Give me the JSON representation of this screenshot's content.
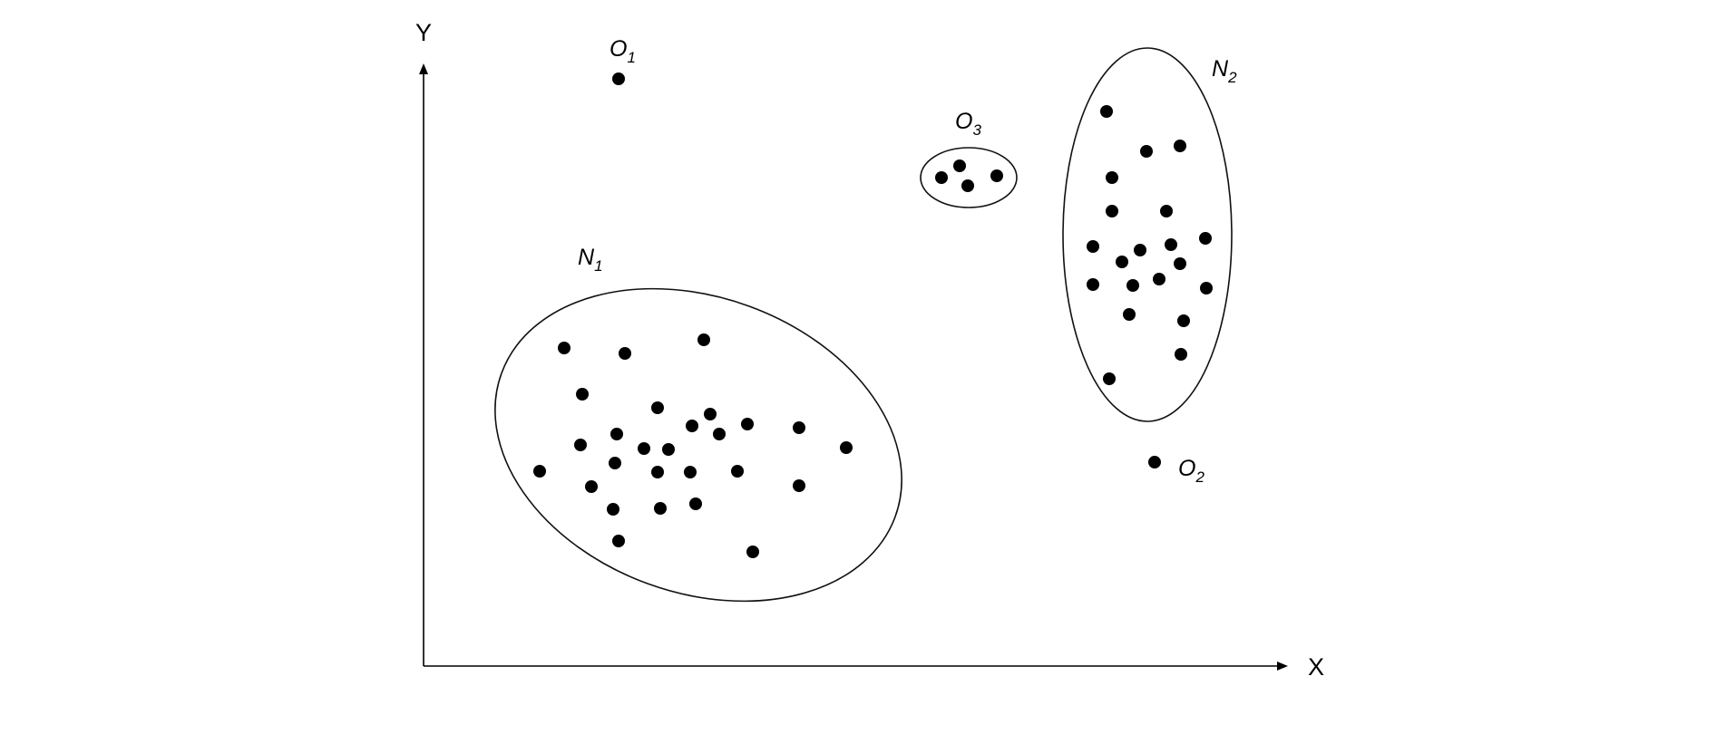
{
  "axes": {
    "x_label": "X",
    "y_label": "Y"
  },
  "labels": {
    "o1": {
      "main": "O",
      "sub": "1"
    },
    "o2": {
      "main": "O",
      "sub": "2"
    },
    "o3": {
      "main": "O",
      "sub": "3"
    },
    "n1": {
      "main": "N",
      "sub": "1"
    },
    "n2": {
      "main": "N",
      "sub": "2"
    }
  },
  "colors": {
    "stroke": "#000000",
    "background": "#ffffff"
  }
}
